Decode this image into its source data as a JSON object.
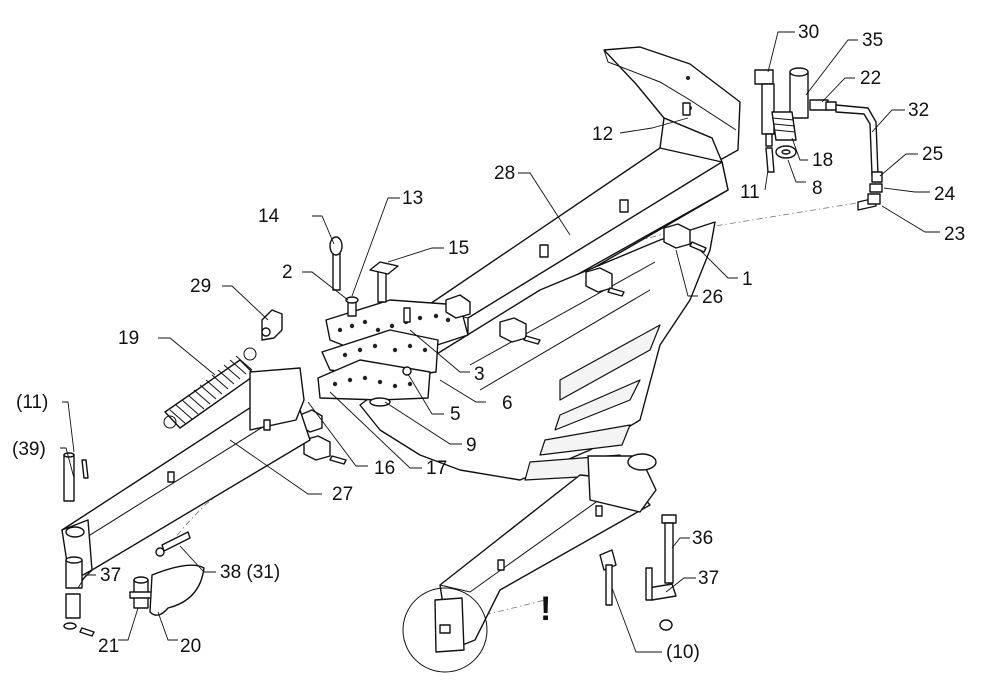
{
  "callouts": {
    "c1": "1",
    "c2": "2",
    "c3": "3",
    "c5": "5",
    "c6": "6",
    "c8": "8",
    "c9": "9",
    "c11": "11",
    "c11p": "(11)",
    "c12": "12",
    "c13": "13",
    "c14": "14",
    "c15": "15",
    "c16": "16",
    "c17": "17",
    "c18": "18",
    "c19": "19",
    "c20": "20",
    "c21": "21",
    "c22": "22",
    "c23": "23",
    "c24": "24",
    "c25": "25",
    "c26": "26",
    "c27": "27",
    "c28": "28",
    "c29": "29",
    "c30": "30",
    "c32": "32",
    "c35": "35",
    "c36": "36",
    "c37a": "37",
    "c37b": "37",
    "c38": "38 (31)",
    "c39p": "(39)",
    "c10p": "(10)"
  },
  "warning_mark": "!"
}
